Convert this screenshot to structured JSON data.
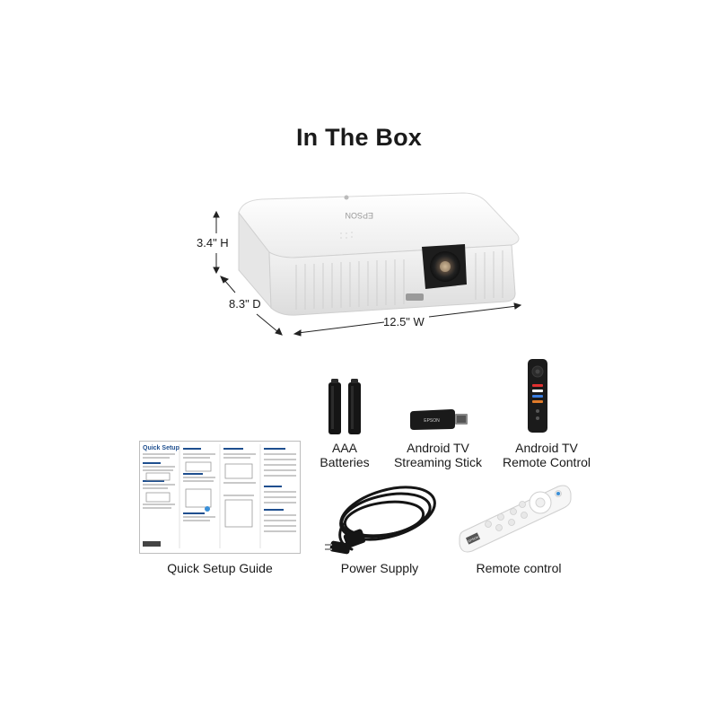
{
  "page": {
    "title": "In The Box"
  },
  "product": {
    "brand": "EPSON",
    "dimensions": {
      "height": "3.4\" H",
      "depth": "8.3\" D",
      "width": "12.5\" W"
    }
  },
  "items": [
    {
      "id": "batteries",
      "label_line1": "AAA",
      "label_line2": "Batteries",
      "icon": "aaa-batteries-icon"
    },
    {
      "id": "streaming-stick",
      "label_line1": "Android TV",
      "label_line2": "Streaming Stick",
      "icon": "streaming-stick-icon",
      "brand": "EPSON"
    },
    {
      "id": "android-remote",
      "label_line1": "Android TV",
      "label_line2": "Remote Control",
      "icon": "android-remote-icon"
    },
    {
      "id": "guide",
      "label_line1": "Quick Setup Guide",
      "icon": "quick-setup-guide-icon",
      "doc_title": "Quick Setup"
    },
    {
      "id": "power",
      "label_line1": "Power Supply",
      "icon": "power-cord-icon"
    },
    {
      "id": "remote",
      "label_line1": "Remote control",
      "icon": "remote-control-icon",
      "brand": "EPSON"
    }
  ],
  "colors": {
    "text": "#1a1a1a",
    "device": "#f2f2f2",
    "guide_accent": "#1f4f8f"
  }
}
